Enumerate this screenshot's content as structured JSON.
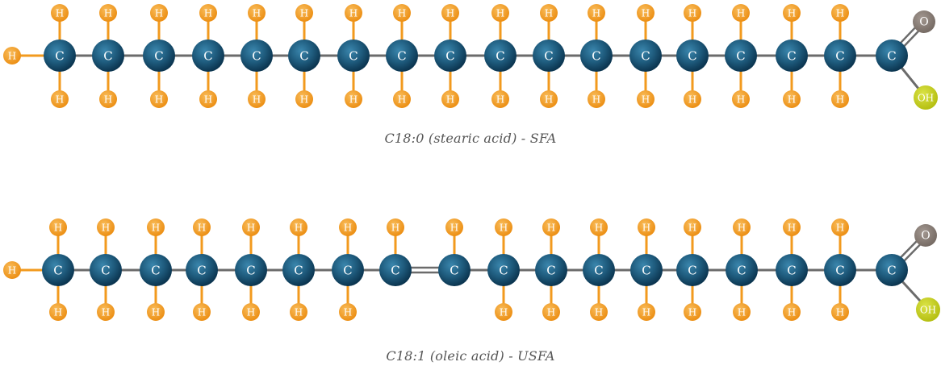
{
  "colors": {
    "carbon": "#1f5c7e",
    "carbon_dark": "#0d3e5c",
    "carbon_light": "#2f7aa3",
    "hydrogen": "#f29a1e",
    "hydrogen_light": "#f7b24a",
    "oxygen": "#8a7e76",
    "hydroxyl": "#c8d21c",
    "bond": "#6b6b6b",
    "h_bond": "#f29a1e",
    "atom_text": "#ffffff",
    "caption_text": "#555555"
  },
  "labels": {
    "carbon": "C",
    "hydrogen": "H",
    "oxygen": "O",
    "hydroxyl": "OH"
  },
  "molecules": [
    {
      "id": "stearic",
      "caption": "C18:0 (stearic acid) - SFA",
      "carbon_count": 18,
      "double_bond_after_index": null,
      "top_hydrogens": [
        true,
        true,
        true,
        true,
        true,
        true,
        true,
        true,
        true,
        true,
        true,
        true,
        true,
        true,
        true,
        true,
        true,
        false
      ],
      "bottom_hydrogens": [
        true,
        true,
        true,
        true,
        true,
        true,
        true,
        true,
        true,
        true,
        true,
        true,
        true,
        true,
        true,
        true,
        true,
        false
      ]
    },
    {
      "id": "oleic",
      "caption": "C18:1 (oleic acid) - USFA",
      "carbon_count": 18,
      "double_bond_after_index": 7,
      "top_hydrogens": [
        true,
        true,
        true,
        true,
        true,
        true,
        true,
        true,
        true,
        true,
        true,
        true,
        true,
        true,
        true,
        true,
        true,
        false
      ],
      "bottom_hydrogens": [
        true,
        true,
        true,
        true,
        true,
        true,
        true,
        false,
        false,
        true,
        true,
        true,
        true,
        true,
        true,
        true,
        true,
        false
      ]
    }
  ]
}
